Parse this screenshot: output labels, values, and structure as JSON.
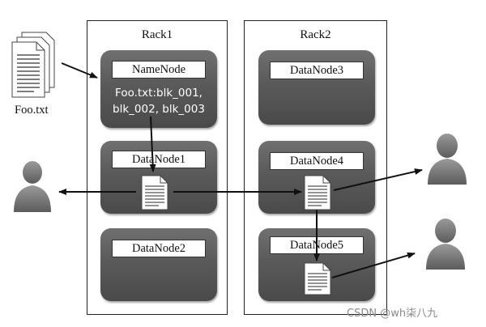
{
  "racks": [
    {
      "title": "Rack1"
    },
    {
      "title": "Rack2"
    }
  ],
  "namenode": {
    "label": "NameNode",
    "metadata_line1": "Foo.txt:blk_001,",
    "metadata_line2": "blk_002, blk_003"
  },
  "datanodes": [
    {
      "label": "DataNode1"
    },
    {
      "label": "DataNode2"
    },
    {
      "label": "DataNode3"
    },
    {
      "label": "DataNode4"
    },
    {
      "label": "DataNode5"
    }
  ],
  "file": {
    "caption": "Foo.txt",
    "icon": "document-stack-icon"
  },
  "users": [
    {
      "icon": "user-icon"
    },
    {
      "icon": "user-icon"
    },
    {
      "icon": "user-icon"
    }
  ],
  "block_icon": "document-icon",
  "watermark": "CSDN @wh柒八九"
}
